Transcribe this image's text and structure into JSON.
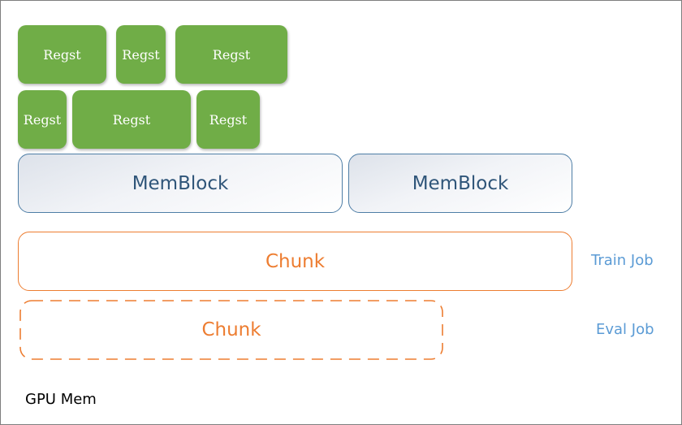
{
  "diagram": {
    "regst_rows": [
      [
        "Regst",
        "Regst",
        "Regst"
      ],
      [
        "Regst",
        "Regst",
        "Regst"
      ]
    ],
    "memblocks": [
      "MemBlock",
      "MemBlock"
    ],
    "train": {
      "chunk_label": "Chunk",
      "job_label": "Train Job"
    },
    "eval": {
      "chunk_label": "Chunk",
      "job_label": "Eval Job"
    },
    "container_label": "GPU Mem"
  },
  "colors": {
    "regst_fill": "#70ad47",
    "memblock_border": "#4e7ea6",
    "memblock_text": "#2f5579",
    "chunk": "#ed7d31",
    "job_label": "#5b9bd5"
  }
}
